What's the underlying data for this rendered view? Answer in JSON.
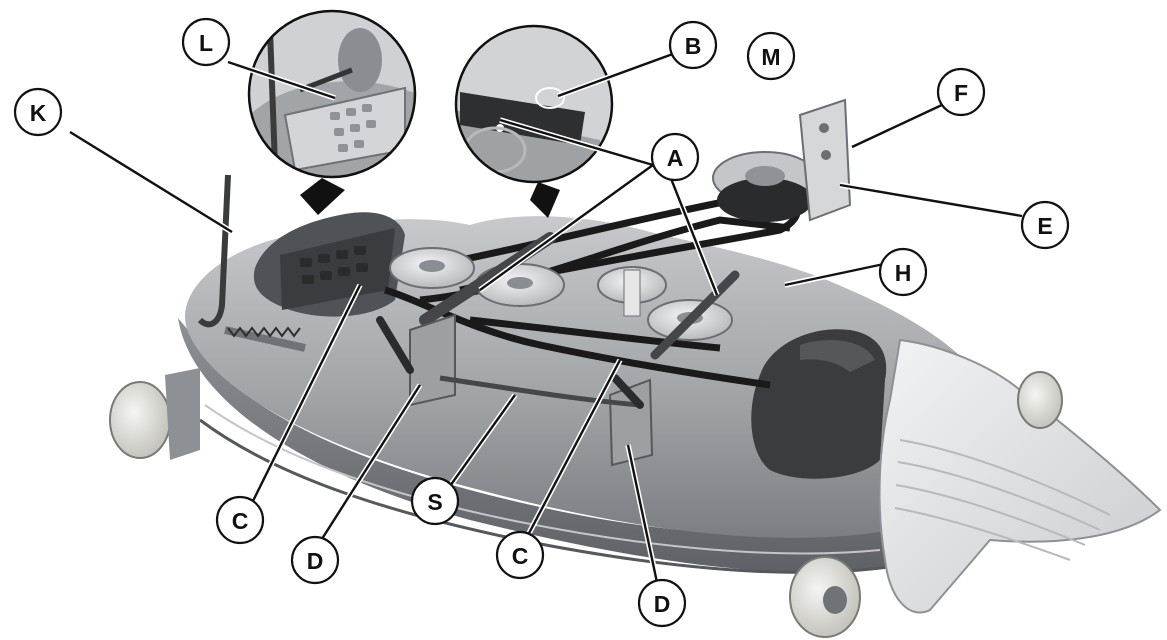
{
  "figure": {
    "colors": {
      "deck": "#a9abae",
      "deck_dark": "#6f7276",
      "deck_light": "#d3d5d8",
      "belt": "#1a1a1a",
      "pulley": "#d9dadc",
      "shield": "#3a3c3f",
      "chute": "#e9eaeb",
      "line": "#111111"
    },
    "callouts": [
      {
        "id": "K",
        "label": "K"
      },
      {
        "id": "L",
        "label": "L"
      },
      {
        "id": "B",
        "label": "B"
      },
      {
        "id": "M",
        "label": "M"
      },
      {
        "id": "F",
        "label": "F"
      },
      {
        "id": "A",
        "label": "A"
      },
      {
        "id": "E",
        "label": "E"
      },
      {
        "id": "H",
        "label": "H"
      },
      {
        "id": "C1",
        "label": "C"
      },
      {
        "id": "D1",
        "label": "D"
      },
      {
        "id": "S",
        "label": "S"
      },
      {
        "id": "C2",
        "label": "C"
      },
      {
        "id": "D2",
        "label": "D"
      }
    ],
    "detail_views": [
      "left-detail-view",
      "right-detail-view"
    ]
  }
}
